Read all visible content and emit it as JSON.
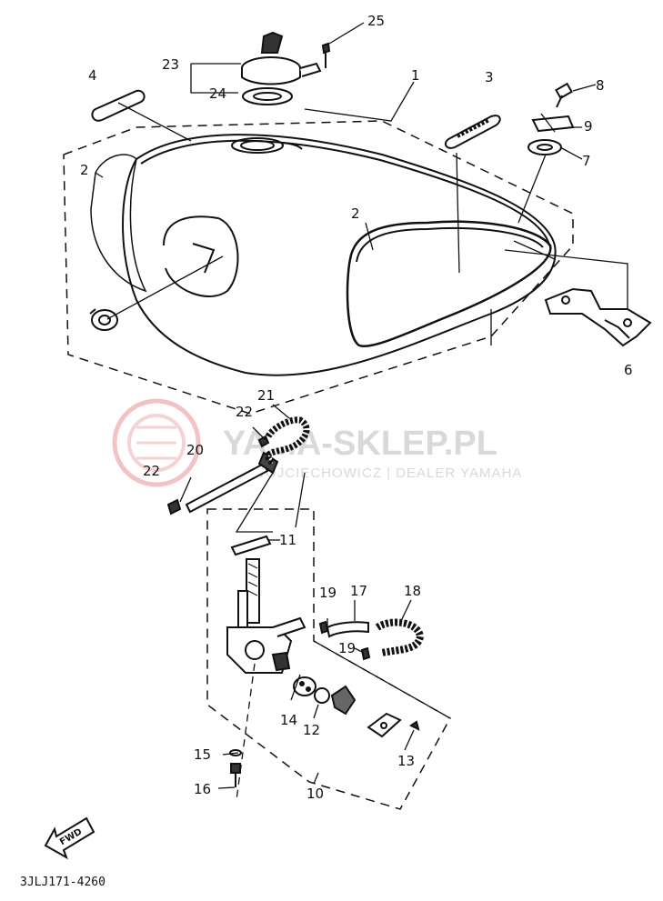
{
  "diagram": {
    "diagram_code": "3JLJ171-4260",
    "fwd_marker": "FWD",
    "callouts": {
      "c1": "1",
      "c2a": "2",
      "c2b": "2",
      "c3": "3",
      "c4": "4",
      "c6": "6",
      "c7": "7",
      "c8": "8",
      "c9": "9",
      "c10": "10",
      "c11": "11",
      "c12": "12",
      "c13": "13",
      "c14": "14",
      "c15": "15",
      "c16": "16",
      "c17": "17",
      "c18": "18",
      "c19a": "19",
      "c19b": "19",
      "c20": "20",
      "c21": "21",
      "c22a": "22",
      "c22b": "22",
      "c23": "23",
      "c24": "24",
      "c25": "25"
    }
  },
  "watermark": {
    "brand": "YAMA-SKLEP.PL",
    "subtitle": "WOJCIECHOWICZ | DEALER YAMAHA",
    "color": "#d9d9d9",
    "logo_color": "#f3c6c6"
  }
}
